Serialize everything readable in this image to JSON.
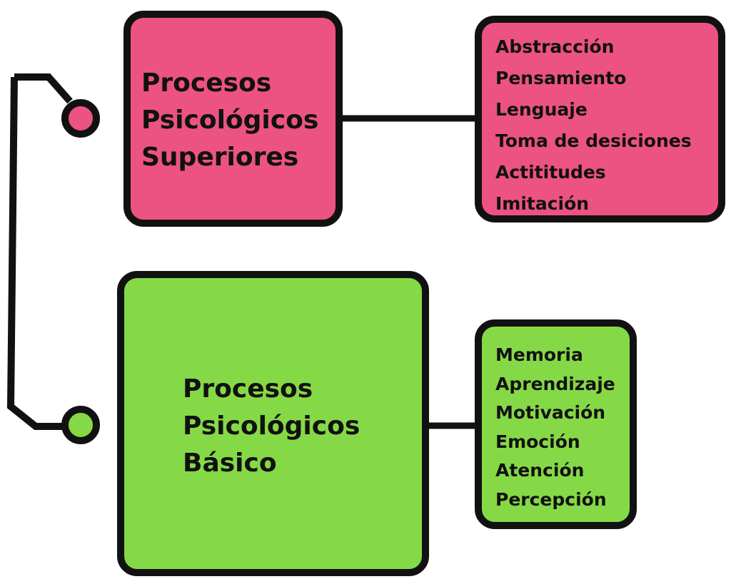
{
  "colors": {
    "upper": "#ec5382",
    "basic": "#86d946",
    "outline": "#111111"
  },
  "superiores": {
    "title_lines": [
      "Procesos",
      "Psicológicos",
      "Superiores"
    ],
    "items": [
      "Abstracción",
      "Pensamiento",
      "Lenguaje",
      "Toma de desiciones",
      "Actititudes",
      "Imitación"
    ]
  },
  "basico": {
    "title_lines": [
      "Procesos",
      "Psicológicos",
      "Básico"
    ],
    "items": [
      "Memoria",
      "Aprendizaje",
      "Motivación",
      "Emoción",
      "Atención",
      "Percepción"
    ]
  }
}
